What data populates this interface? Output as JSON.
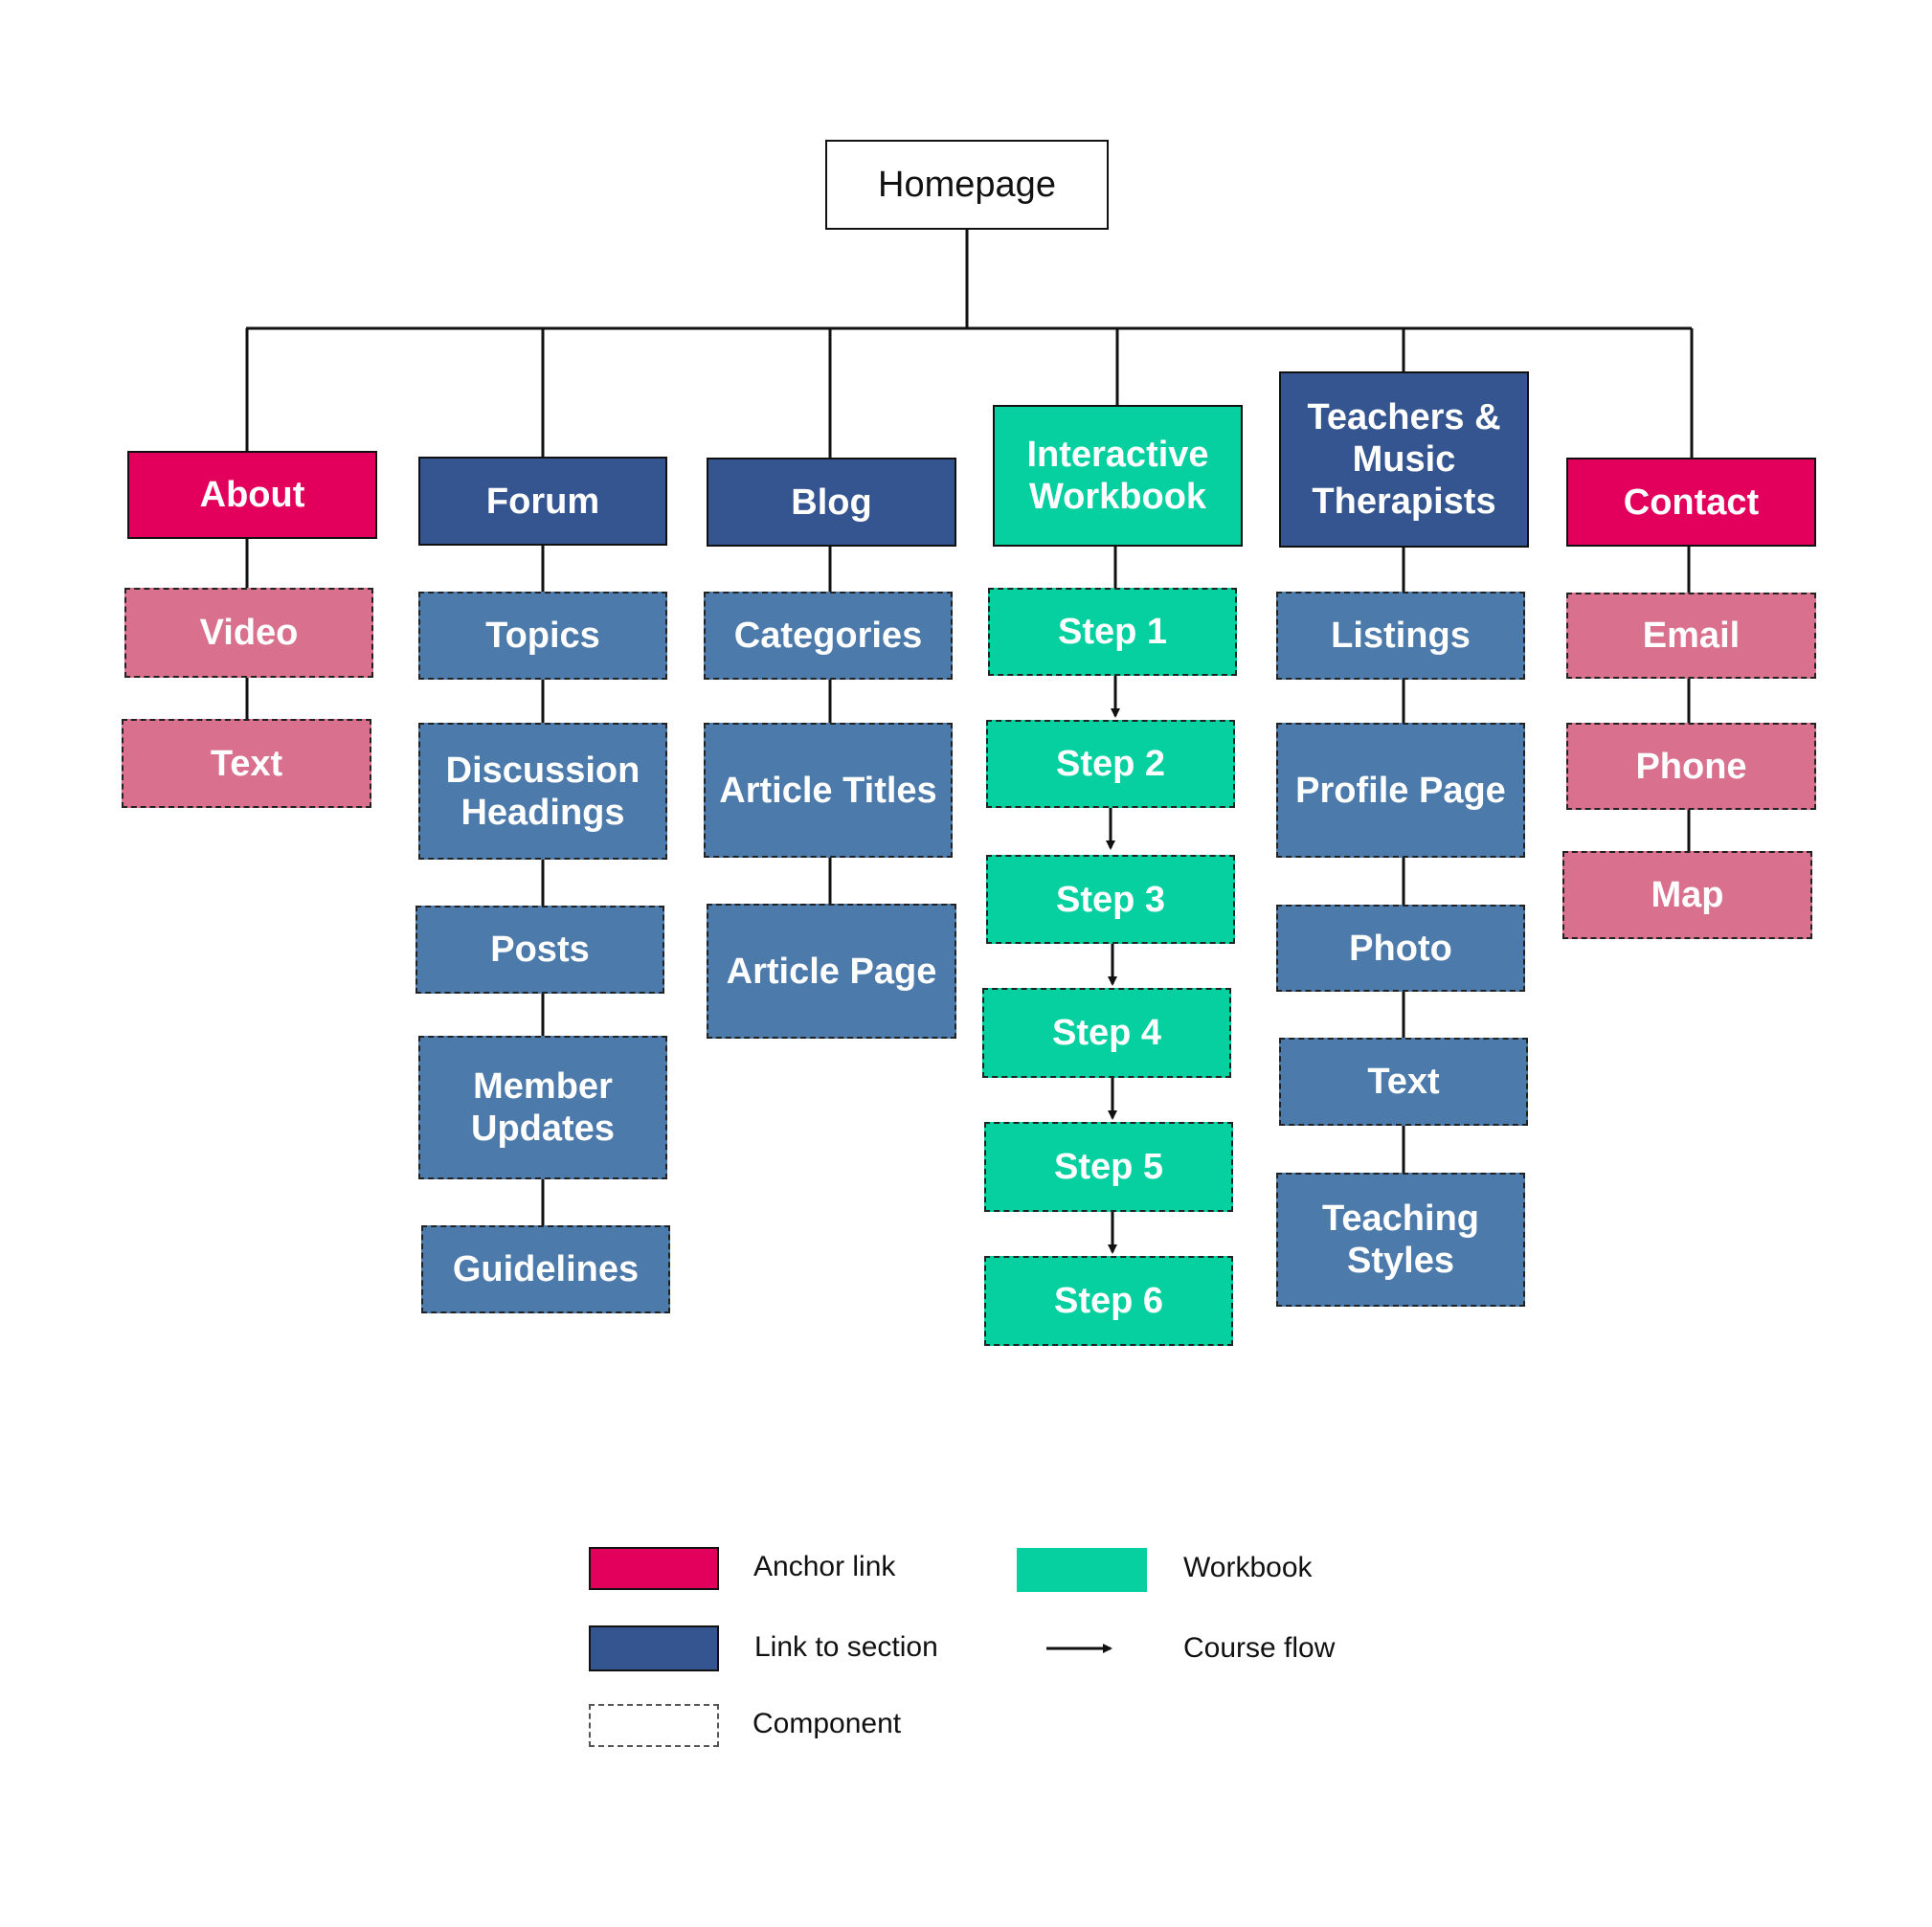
{
  "diagram": {
    "root": "Homepage",
    "columns": [
      {
        "label": "About",
        "type": "anchor",
        "children": [
          "Video",
          "Text"
        ]
      },
      {
        "label": "Forum",
        "type": "section",
        "children": [
          "Topics",
          "Discussion Headings",
          "Posts",
          "Member Updates",
          "Guidelines"
        ]
      },
      {
        "label": "Blog",
        "type": "section",
        "children": [
          "Categories",
          "Article Titles",
          "Article Page"
        ]
      },
      {
        "label": "Interactive Workbook",
        "type": "workbook",
        "children": [
          "Step 1",
          "Step 2",
          "Step 3",
          "Step 4",
          "Step 5",
          "Step 6"
        ]
      },
      {
        "label": "Teachers & Music Therapists",
        "type": "section",
        "children": [
          "Listings",
          "Profile Page",
          "Photo",
          "Text",
          "Teaching Styles"
        ]
      },
      {
        "label": "Contact",
        "type": "anchor",
        "children": [
          "Email",
          "Phone",
          "Map"
        ]
      }
    ]
  },
  "legend": {
    "anchor_link": "Anchor link",
    "link_to_section": "Link to section",
    "component": "Component",
    "workbook": "Workbook",
    "course_flow": "Course flow"
  },
  "colors": {
    "anchor": "#e3005c",
    "section": "#34558f",
    "workbook": "#06d0a0",
    "component_pink": "#d9708e",
    "component_blue": "#4b7aab"
  }
}
